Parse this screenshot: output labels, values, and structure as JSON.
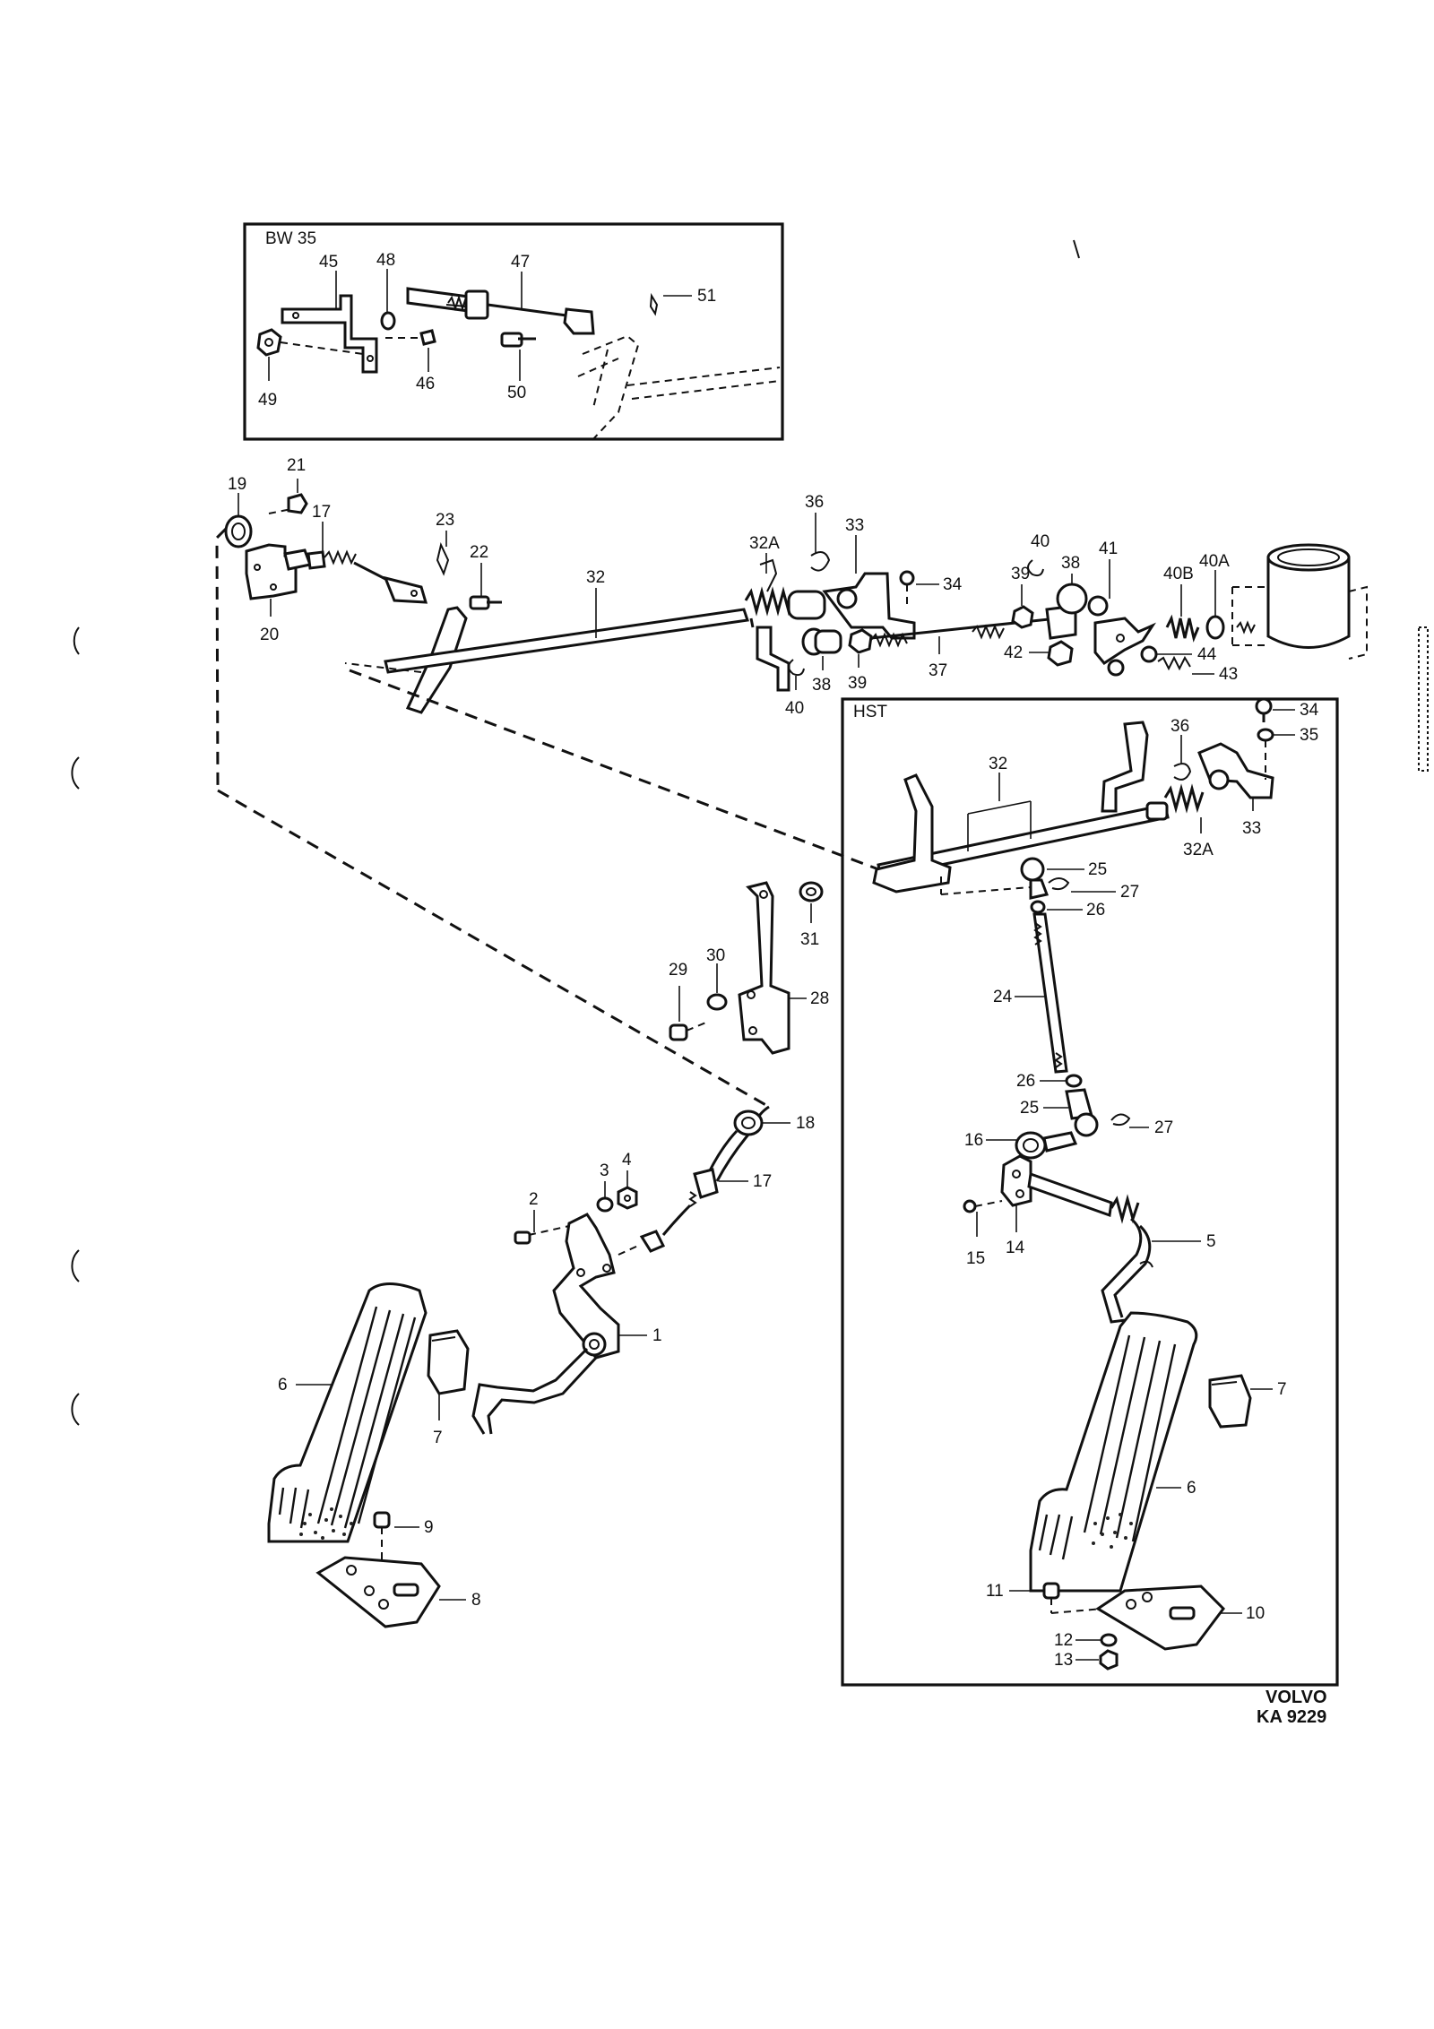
{
  "insets": {
    "bw35": {
      "title": "BW 35"
    },
    "hst": {
      "title": "HST"
    }
  },
  "footer": {
    "brand": "VOLVO",
    "code": "KA 9229"
  },
  "callouts": {
    "c51": "51",
    "c45": "45",
    "c48": "48",
    "c47": "47",
    "c49": "49",
    "c46": "46",
    "c50": "50",
    "c21": "21",
    "c19": "19",
    "c17a": "17",
    "c20": "20",
    "c23": "23",
    "c22": "22",
    "c32a": "32",
    "c36a": "36",
    "c32Aa": "32A",
    "c33a": "33",
    "c34a": "34",
    "c38a": "38",
    "c39a": "39",
    "c37": "37",
    "c40a": "40",
    "c40b": "40",
    "c38b": "38",
    "c39b": "39",
    "c41": "41",
    "c40B": "40B",
    "c40A": "40A",
    "c42": "42",
    "c44": "44",
    "c43": "43",
    "c34b": "34",
    "c35": "35",
    "c36b": "36",
    "c32b": "32",
    "c33b": "33",
    "c32Ab": "32A",
    "c25a": "25",
    "c27a": "27",
    "c26a": "26",
    "c24": "24",
    "c26b": "26",
    "c25b": "25",
    "c27b": "27",
    "c16": "16",
    "c14": "14",
    "c15": "15",
    "c5": "5",
    "c7b": "7",
    "c6b": "6",
    "c11": "11",
    "c10": "10",
    "c12": "12",
    "c13": "13",
    "c31": "31",
    "c30": "30",
    "c29": "29",
    "c28": "28",
    "c18": "18",
    "c17b": "17",
    "c2": "2",
    "c3": "3",
    "c4": "4",
    "c1": "1",
    "c6a": "6",
    "c7a": "7",
    "c9": "9",
    "c8": "8"
  }
}
